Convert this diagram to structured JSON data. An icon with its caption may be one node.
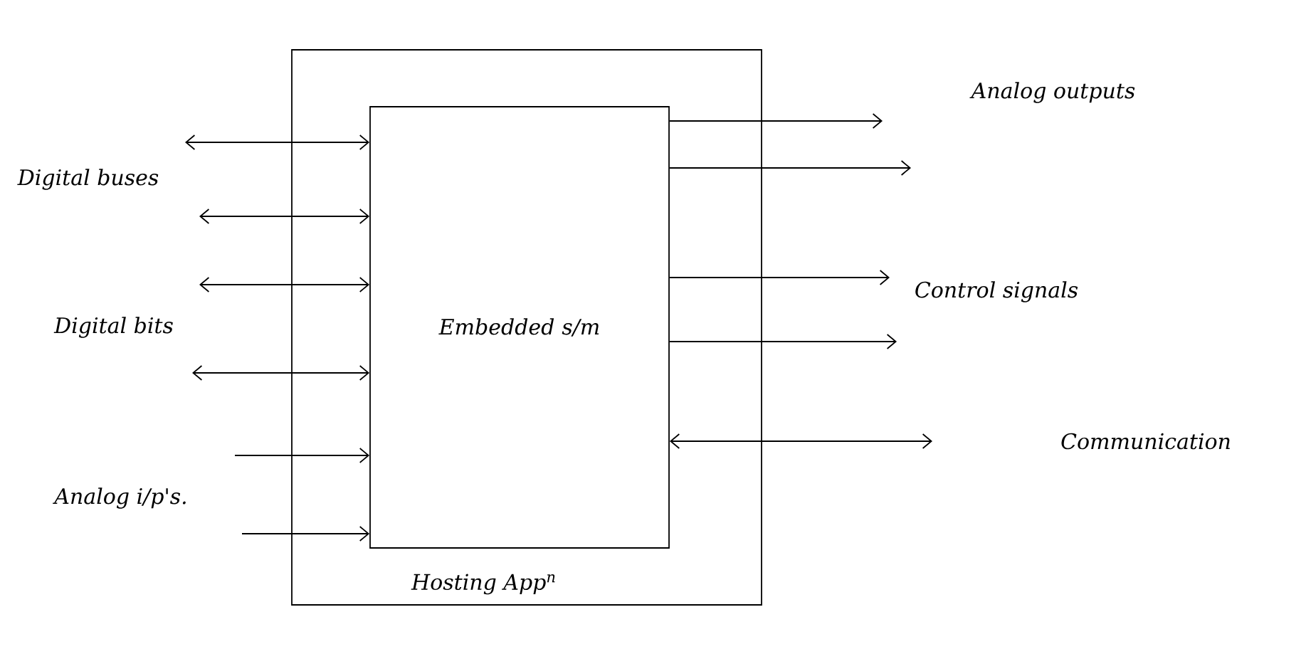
{
  "diagram": {
    "nodes": [
      {
        "text": [
          "Hosting App$^{n}$"
        ]
      },
      {
        "text": [
          "Embedded s/m"
        ],
        "in": 0
      }
    ],
    "edges": [
      {
        "from": null,
        "to": 1,
        "arrow": "both"
      },
      {
        "from": null,
        "to": 1,
        "arrow": "both"
      },
      {
        "from": null,
        "to": 1,
        "arrow": "both"
      },
      {
        "from": null,
        "to": 1,
        "arrow": "both"
      },
      {
        "from": null,
        "to": 1,
        "arrow": "to"
      },
      {
        "from": null,
        "to": 1,
        "arrow": "to"
      },
      {
        "from": 1,
        "to": null,
        "arrow": "to"
      },
      {
        "from": 1,
        "to": null,
        "arrow": "to"
      },
      {
        "from": 1,
        "to": null,
        "arrow": "to"
      },
      {
        "from": 1,
        "to": null,
        "arrow": "to"
      },
      {
        "from": 1,
        "to": null,
        "arrow": "both"
      }
    ],
    "labels": [
      "Digital buses",
      "Analog outputs",
      "Digital bits",
      "Control signals",
      "Communication",
      "Analog i/p's."
    ]
  }
}
